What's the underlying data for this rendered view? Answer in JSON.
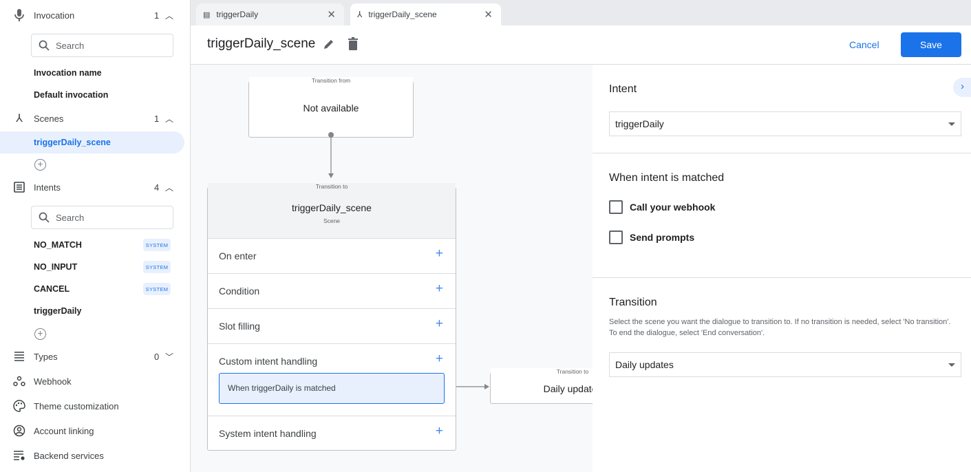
{
  "sidebar": {
    "invocation": {
      "label": "Invocation",
      "count": "1",
      "search_placeholder": "Search",
      "items": [
        "Invocation name",
        "Default invocation"
      ]
    },
    "scenes": {
      "label": "Scenes",
      "count": "1",
      "items": [
        "triggerDaily_scene"
      ],
      "selected": "triggerDaily_scene"
    },
    "intents": {
      "label": "Intents",
      "count": "4",
      "search_placeholder": "Search",
      "items": [
        {
          "label": "NO_MATCH",
          "badge": "SYSTEM"
        },
        {
          "label": "NO_INPUT",
          "badge": "SYSTEM"
        },
        {
          "label": "CANCEL",
          "badge": "SYSTEM"
        },
        {
          "label": "triggerDaily"
        }
      ]
    },
    "types": {
      "label": "Types",
      "count": "0"
    },
    "webhook": "Webhook",
    "theme": "Theme customization",
    "account": "Account linking",
    "backend": "Backend services"
  },
  "tabs": [
    {
      "label": "triggerDaily",
      "icon": "intent-icon"
    },
    {
      "label": "triggerDaily_scene",
      "icon": "scene-icon",
      "active": true
    }
  ],
  "header": {
    "title": "triggerDaily_scene",
    "cancel": "Cancel",
    "save": "Save"
  },
  "canvas": {
    "from": {
      "legend": "Transition from",
      "text": "Not available"
    },
    "scene": {
      "legend": "Transition to",
      "name": "triggerDaily_scene",
      "sub": "Scene",
      "rows": [
        "On enter",
        "Condition",
        "Slot filling",
        "Custom intent handling",
        "System intent handling"
      ],
      "handler": "When triggerDaily is matched"
    },
    "target": {
      "legend": "Transition to",
      "text": "Daily updates"
    }
  },
  "panel": {
    "intent_label": "Intent",
    "intent_value": "triggerDaily",
    "matched_label": "When intent is matched",
    "checkboxes": [
      {
        "label": "Call your webhook",
        "checked": false
      },
      {
        "label": "Send prompts",
        "checked": false
      }
    ],
    "transition_label": "Transition",
    "transition_desc": "Select the scene you want the dialogue to transition to. If no transition is needed, select 'No transition'. To end the dialogue, select 'End conversation'.",
    "transition_value": "Daily updates"
  },
  "colors": {
    "accent": "#1a73e8",
    "selected_bg": "#e8f0fe"
  }
}
